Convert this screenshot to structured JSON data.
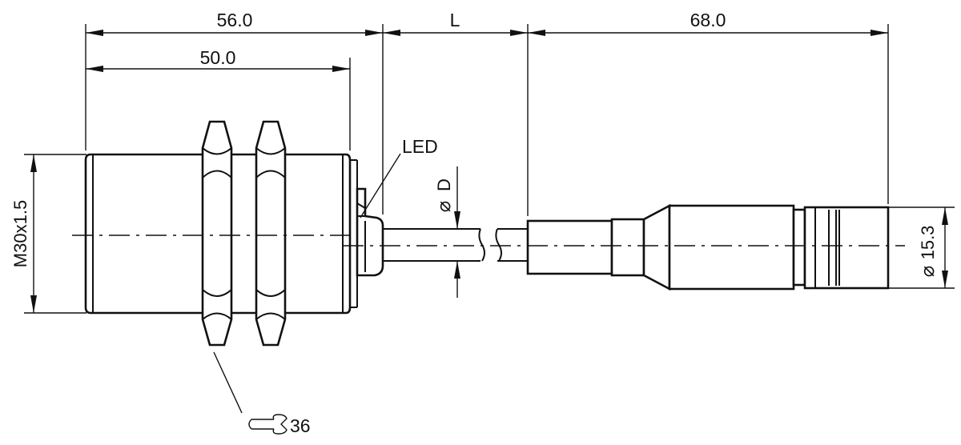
{
  "drawing": {
    "dimensions": {
      "overall_length": "56.0",
      "thread_length": "50.0",
      "cable_length": "L",
      "connector_length": "68.0",
      "thread_size": "M30x1.5",
      "cable_diameter": "D",
      "connector_diameter": "15.3"
    },
    "labels": {
      "led": "LED",
      "wrench_size": "36"
    },
    "symbols": {
      "diameter": "⌀"
    }
  }
}
